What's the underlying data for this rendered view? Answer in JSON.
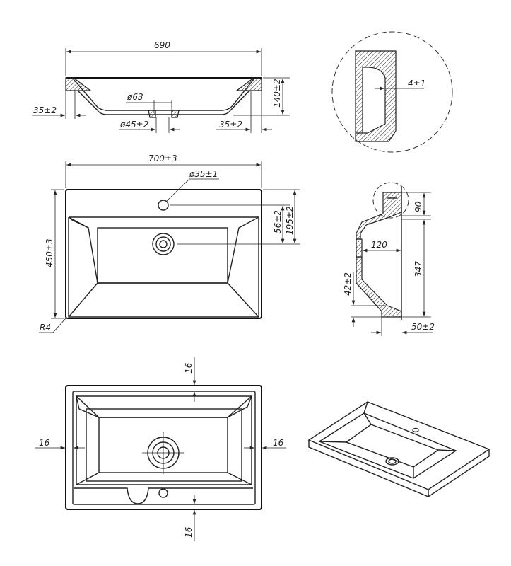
{
  "section_view": {
    "width": "690",
    "drain_diameter": "ø63",
    "rim_left": "35±2",
    "outlet_diameter": "ø45±2",
    "rim_right": "35±2",
    "height": "140±2"
  },
  "detail_view": {
    "wall_thickness": "4±1"
  },
  "plan_view": {
    "width": "700±3",
    "faucet_hole": "ø35±1",
    "hole_offset": "56±2",
    "drain_offset": "195±2",
    "depth": "450±3",
    "corner_radius": "R4"
  },
  "side_view": {
    "rim_height": "90",
    "bowl_depth": "120",
    "total_height": "347",
    "bottom_height": "42±2",
    "bottom_width": "50±2"
  },
  "bottom_view": {
    "margin_top": "16",
    "margin_left": "16",
    "margin_right": "16",
    "margin_bottom": "16"
  }
}
